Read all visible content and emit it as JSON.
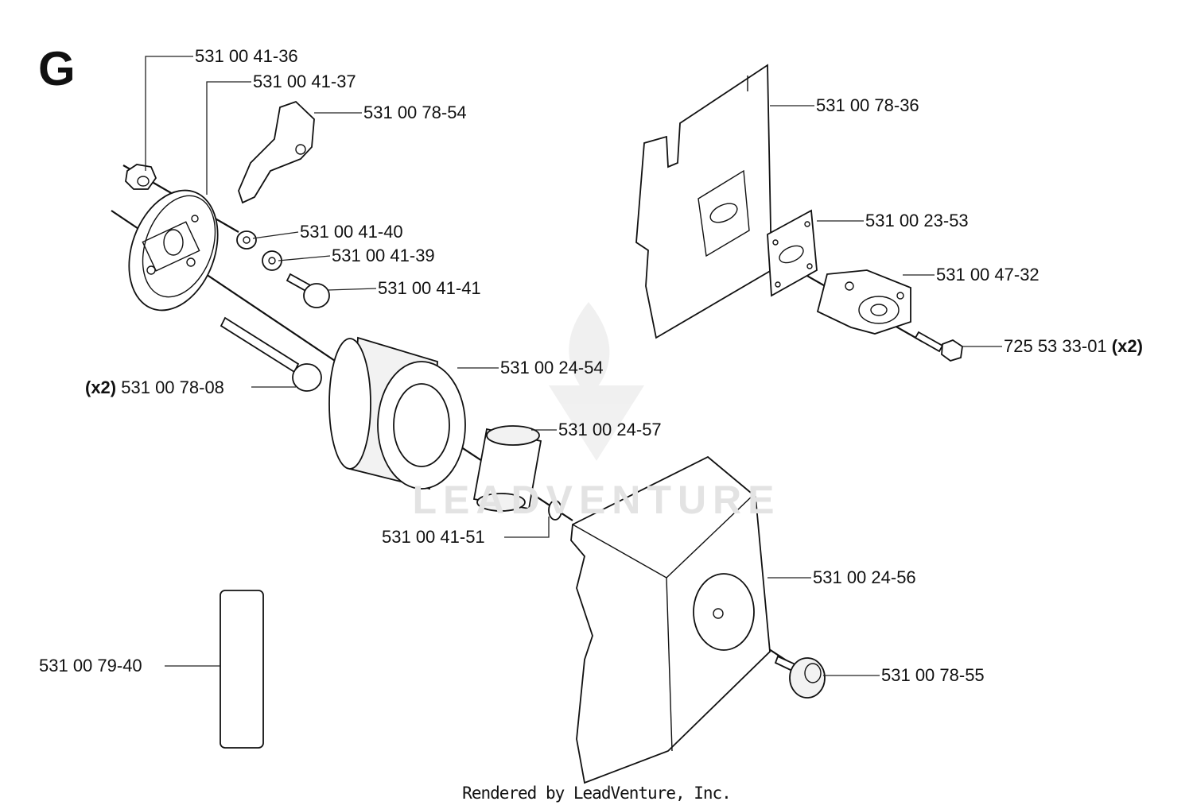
{
  "section_letter": "G",
  "footer": "Rendered by LeadVenture, Inc.",
  "watermark": "LEADVENTURE",
  "labels": {
    "p_531_00_41_36": "531 00 41-36",
    "p_531_00_41_37": "531 00 41-37",
    "p_531_00_78_54": "531 00 78-54",
    "p_531_00_41_40": "531 00 41-40",
    "p_531_00_41_39": "531 00 41-39",
    "p_531_00_41_41": "531 00 41-41",
    "p_531_00_78_08": "531 00 78-08",
    "p_531_00_24_54": "531 00 24-54",
    "p_531_00_24_57": "531 00 24-57",
    "p_531_00_41_51": "531 00 41-51",
    "p_531_00_24_56": "531 00 24-56",
    "p_531_00_78_55": "531 00 78-55",
    "p_531_00_79_40": "531 00 79-40",
    "p_531_00_78_36": "531 00 78-36",
    "p_531_00_23_53": "531 00 23-53",
    "p_531_00_47_32": "531 00 47-32",
    "p_725_53_33_01": "725 53 33-01",
    "qty_x2_a": "(x2)",
    "qty_x2_b": "(x2)"
  }
}
